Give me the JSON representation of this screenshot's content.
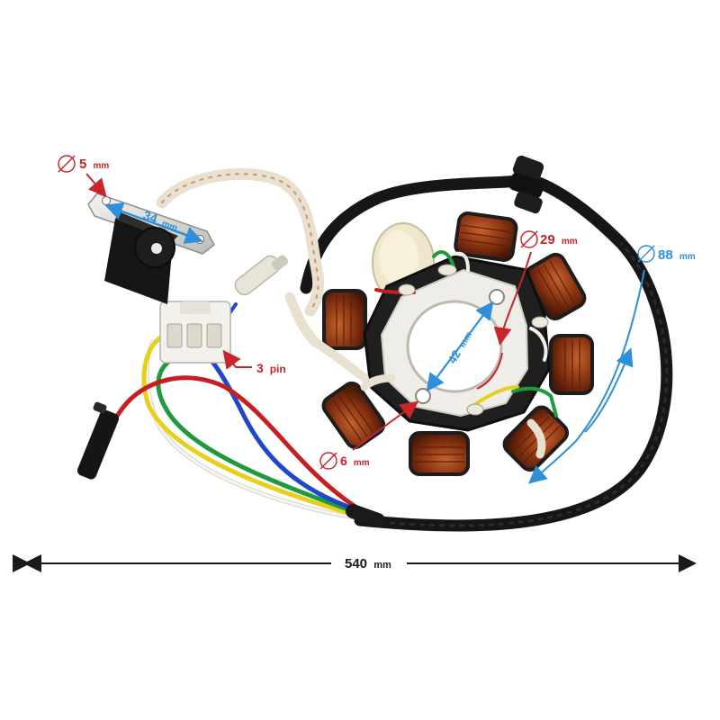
{
  "annotations": {
    "hole_small": {
      "value": "5",
      "unit": "mm",
      "color": "#c8242a"
    },
    "pickup_span": {
      "value": "34",
      "unit": "mm",
      "color": "#2f8fd8"
    },
    "connector": {
      "value": "3",
      "unit": "pin",
      "color": "#c8242a"
    },
    "outer_diameter": {
      "value": "29",
      "unit": "mm",
      "color": "#c8242a"
    },
    "stator_diameter": {
      "value": "88",
      "unit": "mm",
      "color": "#2f8fd8"
    },
    "bolt_spacing": {
      "value": "42",
      "unit": "mm",
      "color": "#2f8fd8"
    },
    "bolt_hole": {
      "value": "6",
      "unit": "mm",
      "color": "#c8242a"
    },
    "total_length": {
      "value": "540",
      "unit": "mm",
      "color": "#1a1a1a"
    }
  },
  "colors": {
    "coil_copper": "#8a3412",
    "core_black": "#1b1b1b",
    "insulation": "#e9e2d0",
    "wire_red": "#c41f22",
    "wire_green": "#1f9a3c",
    "wire_yellow": "#e8cf1c",
    "wire_blue": "#2047c9",
    "wire_white": "#f2efe8"
  }
}
